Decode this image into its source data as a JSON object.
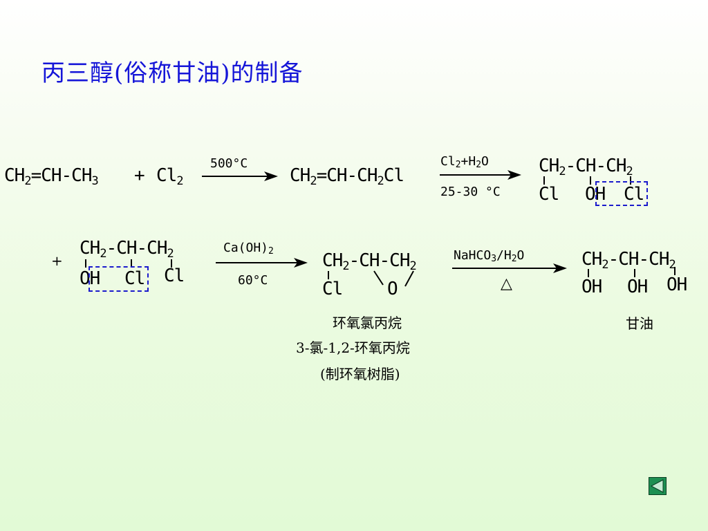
{
  "slide": {
    "title": "丙三醇(俗称甘油)的制备"
  },
  "reaction1": {
    "propene": {
      "a": "CH",
      "a_sub": "2",
      "b": "=CH-CH",
      "b_sub": "3"
    },
    "plus": "+",
    "chlorine": {
      "a": "Cl",
      "a_sub": "2"
    },
    "step1_condition": "500°C",
    "allyl_chloride": {
      "a": "CH",
      "a_sub": "2",
      "b": "=CH-CH",
      "b_sub": "2",
      "c": "Cl"
    },
    "step2_reagent": {
      "a": "Cl",
      "a_sub": "2",
      "b": "+H",
      "b_sub": "2",
      "c": "O"
    },
    "step2_temp": "25-30 °C",
    "dichlorohydrin": {
      "top": {
        "a": "CH",
        "a_sub": "2",
        "b": "-CH-CH",
        "b_sub": "2"
      },
      "groups": [
        "Cl",
        "OH",
        "Cl"
      ]
    }
  },
  "reaction2": {
    "plus": "+",
    "isomer": {
      "top": {
        "a": "CH",
        "a_sub": "2",
        "b": "-CH-CH",
        "b_sub": "2"
      },
      "groups": [
        "OH",
        "Cl",
        "Cl"
      ]
    },
    "step3_reagent": {
      "a": "Ca(OH)",
      "a_sub": "2"
    },
    "step3_temp": "60°C",
    "epichlorohydrin": {
      "top": {
        "a": "CH",
        "a_sub": "2",
        "b": "-CH-CH",
        "b_sub": "2"
      },
      "groups": [
        "Cl",
        "O"
      ]
    },
    "step4_reagent": {
      "a": "NaHCO",
      "a_sub": "3",
      "b": "/H",
      "b_sub": "2",
      "c": "O"
    },
    "step4_heat": "△",
    "glycerol": {
      "top": {
        "a": "CH",
        "a_sub": "2",
        "b": "-CH-CH",
        "b_sub": "2"
      },
      "groups": [
        "OH",
        "OH",
        "OH"
      ]
    }
  },
  "labels": {
    "epichlorohydrin_name": "环氧氯丙烷",
    "epichlorohydrin_iupac": "3-氯-1,2-环氧丙烷",
    "epichlorohydrin_use": "(制环氧树脂)",
    "glycerol_name": "甘油"
  }
}
